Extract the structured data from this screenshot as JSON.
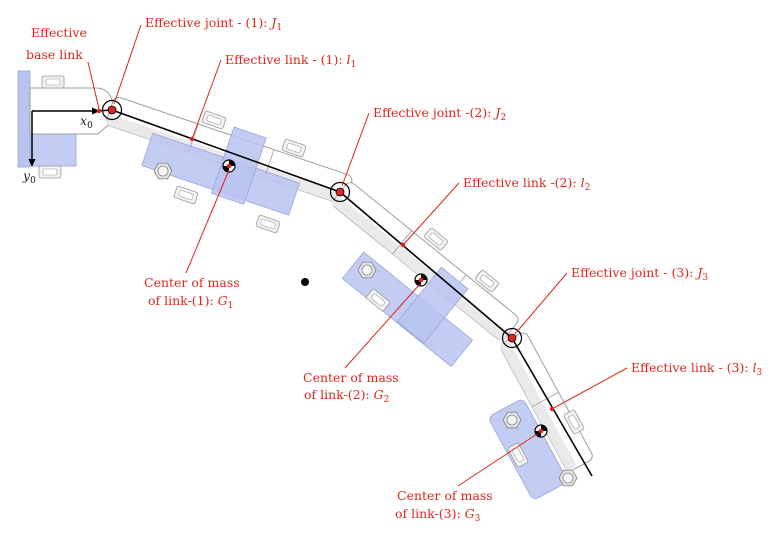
{
  "diagram": {
    "labels": {
      "effective_base_link_line1": "Effective",
      "effective_base_link_line2": "base link",
      "joint1_prefix": "Effective joint - (1): ",
      "joint1_symbol": "J",
      "joint1_sub": "1",
      "link1_prefix": "Effective link - (1): ",
      "link1_symbol": "l",
      "link1_sub": "1",
      "joint2_prefix": "Effective joint -(2): ",
      "joint2_symbol": "J",
      "joint2_sub": "2",
      "link2_prefix": "Effective link -(2): ",
      "link2_symbol": "l",
      "link2_sub": "2",
      "joint3_prefix": "Effective joint - (3): ",
      "joint3_symbol": "J",
      "joint3_sub": "3",
      "link3_prefix": "Effective link - (3): ",
      "link3_symbol": "l",
      "link3_sub": "3",
      "com1_line1": "Center of mass",
      "com1_prefix": "of link-(1): ",
      "com1_symbol": "G",
      "com1_sub": "1",
      "com2_line1": "Center of mass",
      "com2_prefix": "of link-(2): ",
      "com2_symbol": "G",
      "com2_sub": "2",
      "com3_line1": "Center of mass",
      "com3_prefix": "of link-(3): ",
      "com3_symbol": "G",
      "com3_sub": "3"
    },
    "axes": {
      "x_symbol": "x",
      "x_sub": "0",
      "y_symbol": "y",
      "y_sub": "0"
    },
    "colors": {
      "annotation": "#e0251c",
      "chain": "#000000",
      "plate": "#b8c3f0"
    }
  }
}
